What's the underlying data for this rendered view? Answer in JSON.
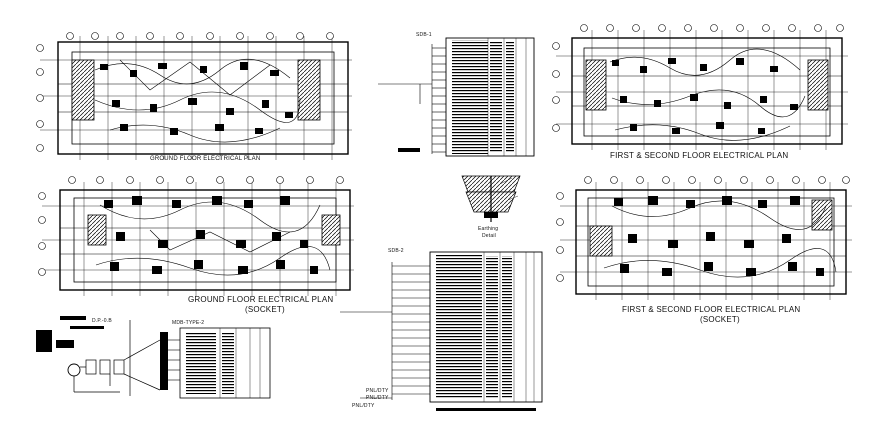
{
  "titles": {
    "ground_floor": "GROUND FLOOR ELECTRICAL PLAN",
    "first_second_floor": "FIRST & SECOND FLOOR ELECTRICAL PLAN",
    "ground_floor_socket_line1": "GROUND FLOOR ELECTRICAL PLAN",
    "ground_floor_socket_line2": "(SOCKET)",
    "first_second_socket_line1": "FIRST & SECOND FLOOR ELECTRICAL PLAN",
    "first_second_socket_line2": "(SOCKET)"
  },
  "schedules": {
    "sdb1_label": "SDB-1",
    "sdb2_label": "SDB-2",
    "mdb_label": "MDB-TYPE-2",
    "dp_label": "D.P.-0.B"
  },
  "notes": {
    "earthing_line1": "Earthing",
    "earthing_line2": "Detail",
    "pnl_label_1": "PNL/DTY",
    "pnl_label_2": "PNL/DTY",
    "pnl_label_3": "PNL/DTY"
  },
  "colors": {
    "ink": "#000000",
    "background": "#ffffff"
  }
}
